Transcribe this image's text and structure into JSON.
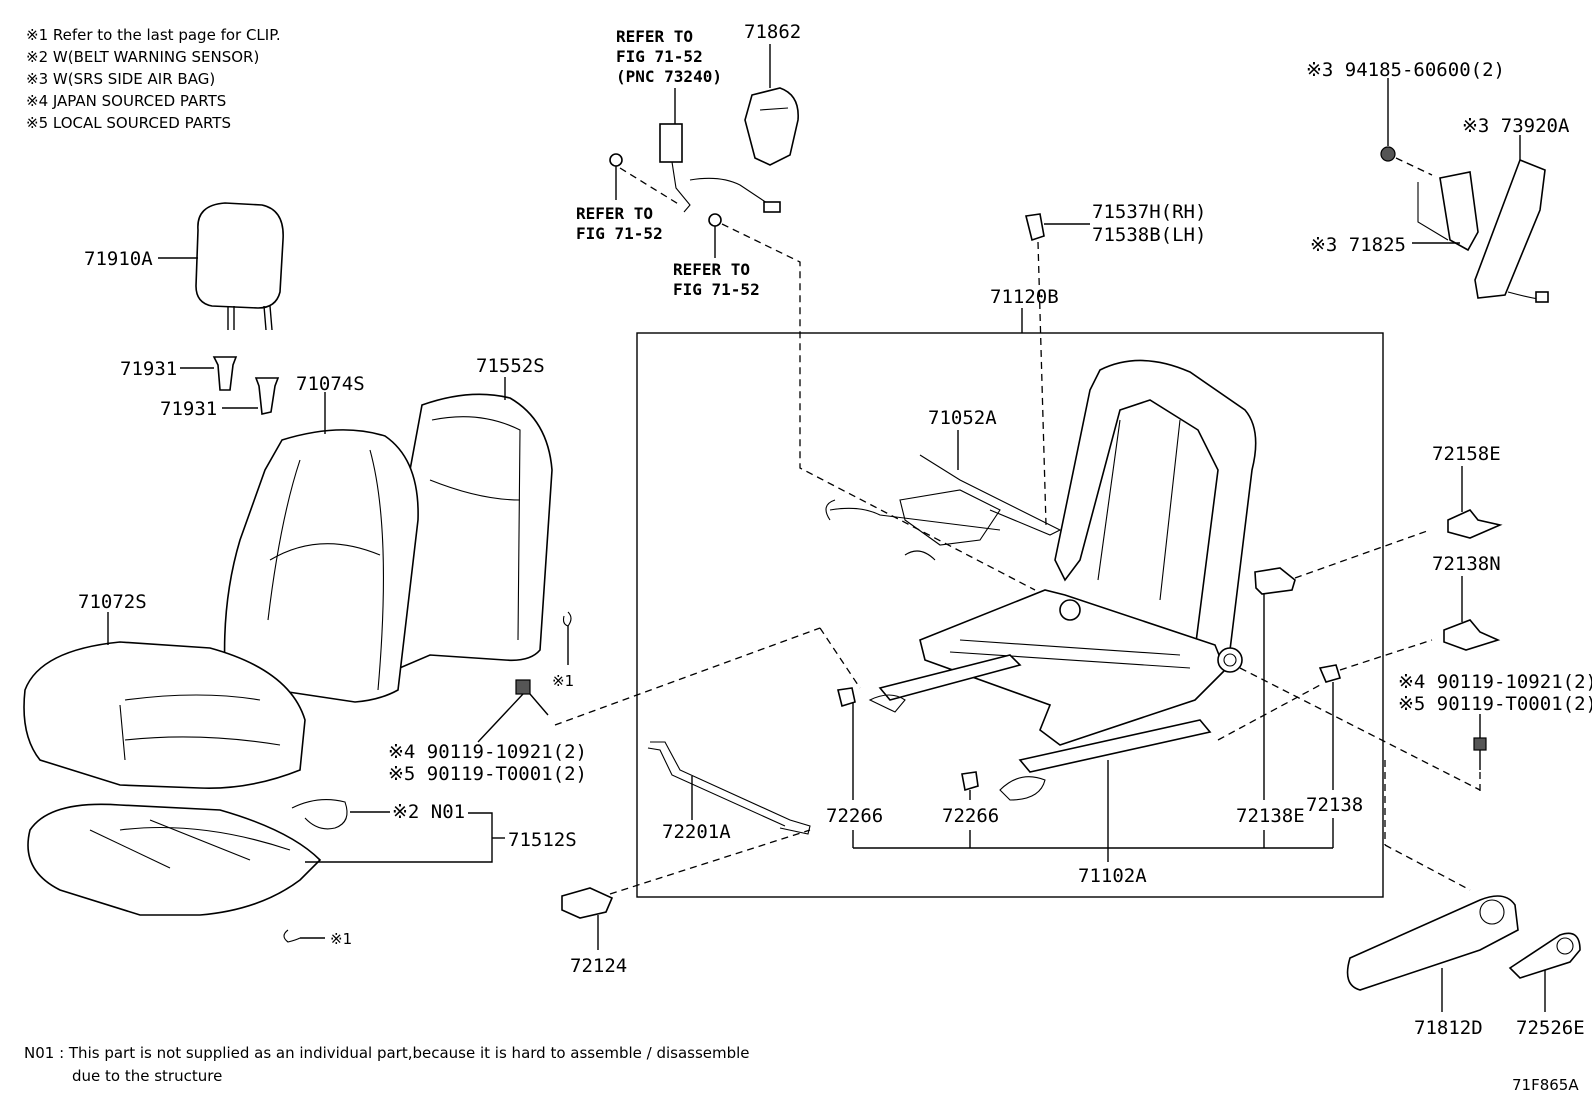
{
  "notes": [
    "※1  Refer to the last page for CLIP.",
    "※2  W(BELT WARNING SENSOR)",
    "※3  W(SRS SIDE AIR BAG)",
    "※4 JAPAN SOURCED PARTS",
    "※5 LOCAL SOURCED PARTS"
  ],
  "footnote": {
    "line1": "N01 : This part is not supplied as an individual part,because it is hard to assemble / disassemble",
    "line2": "due to the structure"
  },
  "figure_code": "71F865A",
  "refs": {
    "top_ref_1": "REFER TO",
    "top_ref_2": "FIG 71-52",
    "top_ref_3": "(PNC 73240)",
    "left_ref_1": "REFER TO",
    "left_ref_2": "FIG 71-52",
    "mid_ref_1": "REFER TO",
    "mid_ref_2": "FIG 71-52"
  },
  "parts": {
    "p71862": "71862",
    "p71910A": "71910A",
    "p71931a": "71931",
    "p71931b": "71931",
    "p71074S": "71074S",
    "p71552S": "71552S",
    "p71072S": "71072S",
    "p71512S": "71512S",
    "pN01": "※2 N01",
    "clip1a": "※1",
    "clip1b": "※1",
    "bolt_left_1": "※4 90119-10921(2)",
    "bolt_left_2": "※5 90119-T0001(2)",
    "p72124": "72124",
    "p72201A": "72201A",
    "p72266a": "72266",
    "p72266b": "72266",
    "p71102A": "71102A",
    "p72138E": "72138E",
    "p72138": "72138",
    "p71052A": "71052A",
    "p71120B": "71120B",
    "p71537H": "71537H(RH)",
    "p71538B": "71538B(LH)",
    "p94185": "※3 94185-60600(2)",
    "p73920A": "※3 73920A",
    "p71825": "※3 71825",
    "p72158E": "72158E",
    "p72138N": "72138N",
    "bolt_right_1": "※4 90119-10921(2)",
    "bolt_right_2": "※5 90119-T0001(2)",
    "p71812D": "71812D",
    "p72526E": "72526E"
  }
}
